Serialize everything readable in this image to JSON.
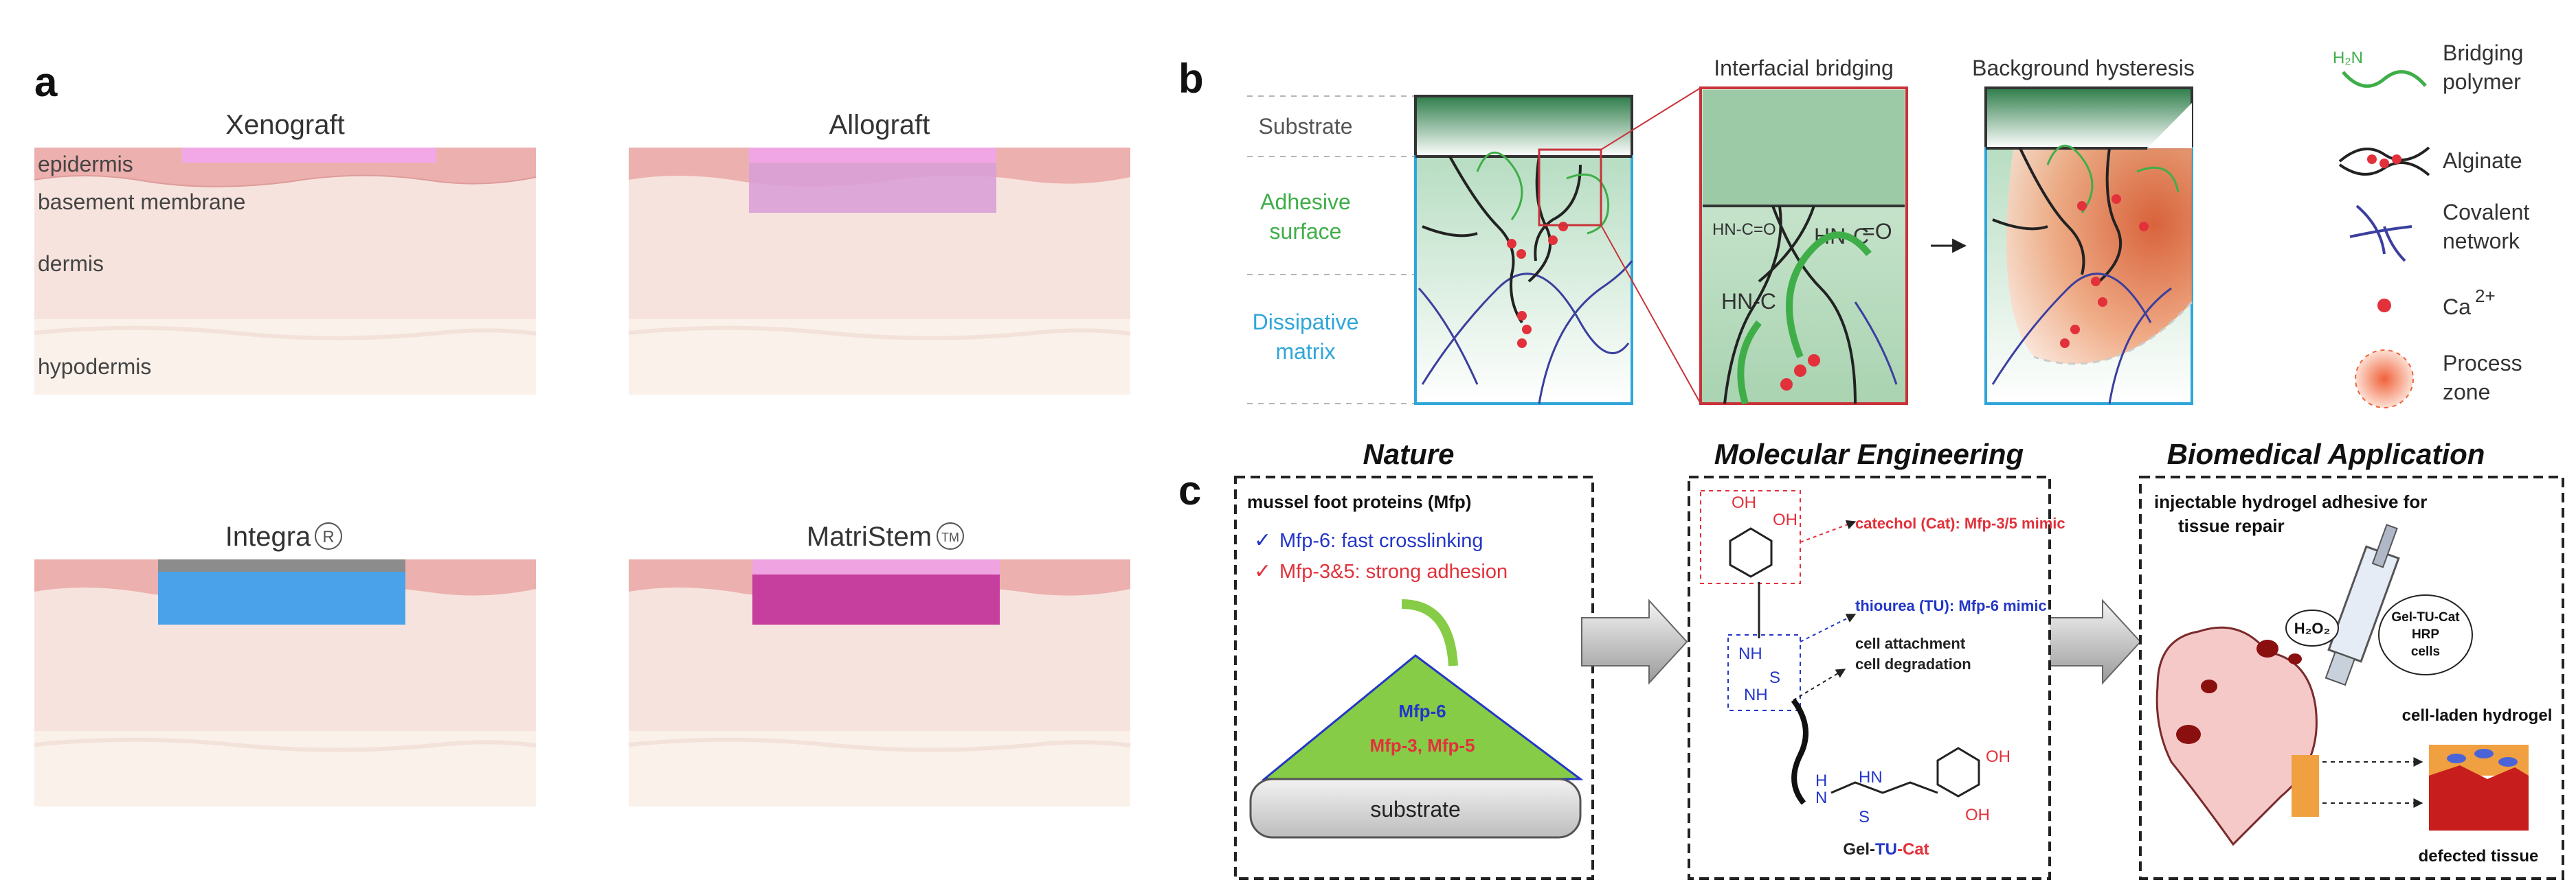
{
  "panel_a": {
    "letter": "a",
    "grafts": [
      {
        "title": "Xenograft"
      },
      {
        "title": "Allograft"
      },
      {
        "title": "Integra",
        "mark": "R"
      },
      {
        "title": "MatriStem",
        "mark": "TM"
      }
    ],
    "layers": [
      "epidermis",
      "basement membrane",
      "dermis",
      "hypodermis"
    ],
    "colors": {
      "skin_top": "#e9a3a3",
      "dermis": "#f7e3dd",
      "hypodermis": "#faf1ea",
      "xenograft": "#f2a8e6",
      "allograft": "#d9a3d9",
      "integra_top": "#8c8c8c",
      "integra_body": "#4aa3ea",
      "matristem_top": "#efa3e0",
      "matristem_body": "#c63e9e"
    }
  },
  "panel_b": {
    "letter": "b",
    "left_labels": {
      "substrate": "Substrate",
      "adhesive": [
        "Adhesive",
        "surface"
      ],
      "dissipative": [
        "Dissipative",
        "matrix"
      ]
    },
    "titles": {
      "interfacial": "Interfacial bridging",
      "background": "Background hysteresis"
    },
    "chem": {
      "hn_c_o": "HN-C=O",
      "hn_c": "HN-C",
      "o_eq": "=O",
      "h2n": "H₂N"
    },
    "legend": [
      {
        "icon": "bridging-polymer",
        "label": [
          "Bridging",
          "polymer"
        ]
      },
      {
        "icon": "alginate",
        "label": [
          "Alginate"
        ]
      },
      {
        "icon": "covalent-network",
        "label": [
          "Covalent",
          "network"
        ]
      },
      {
        "icon": "calcium-ion",
        "label": [
          "Ca"
        ],
        "sup": "2+"
      },
      {
        "icon": "process-zone",
        "label": [
          "Process",
          "zone"
        ]
      }
    ],
    "colors": {
      "green": "#3fae49",
      "blue": "#2fa6d9",
      "red": "#e2313b",
      "navy": "#3b3f9e"
    }
  },
  "panel_c": {
    "letter": "c",
    "headers": [
      "Nature",
      "Molecular Engineering",
      "Biomedical Application"
    ],
    "nature": {
      "title": "mussel foot proteins (Mfp)",
      "check1": "Mfp-6: fast crosslinking",
      "check2": "Mfp-3&5: strong adhesion",
      "tri_label1": "Mfp-6",
      "tri_label2": "Mfp-3, Mfp-5",
      "substrate": "substrate"
    },
    "molecular": {
      "catechol": "catechol (Cat): Mfp-3/5 mimic",
      "thiourea": "thiourea (TU): Mfp-6 mimic",
      "cell1": "cell attachment",
      "cell2": "cell degradation",
      "oh": "OH",
      "nh": "NH",
      "hn": "HN",
      "s": "S",
      "h": "H",
      "n": "N",
      "gel_parts": [
        "Gel-",
        "TU",
        "-Cat"
      ]
    },
    "application": {
      "title1": "injectable hydrogel adhesive for",
      "title2": "tissue repair",
      "h2o2": "H₂O₂",
      "bubble": [
        "Gel-TU-Cat",
        "HRP",
        "cells"
      ],
      "laden": "cell-laden hydrogel",
      "defected": "defected tissue"
    }
  }
}
